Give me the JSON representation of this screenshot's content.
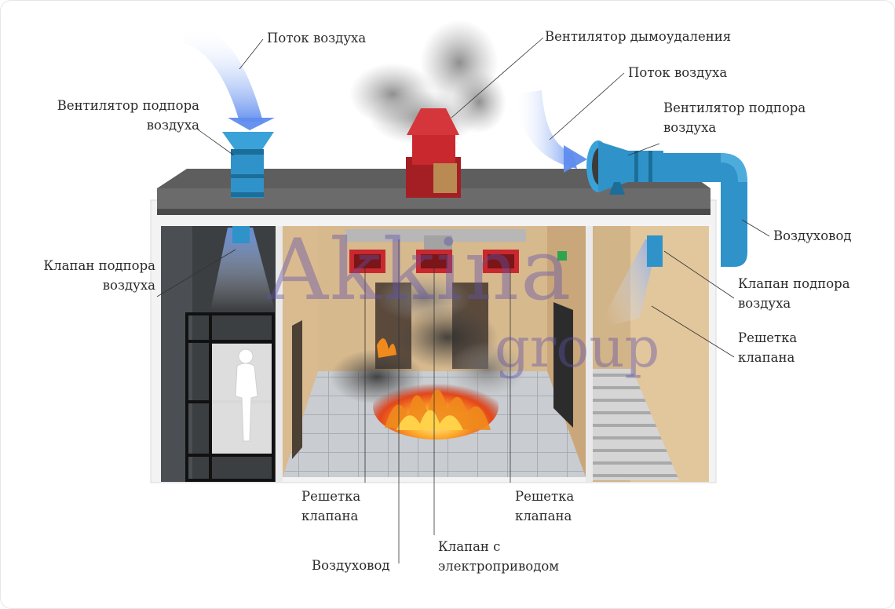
{
  "watermark": {
    "brand": "Akkina",
    "sub": "group"
  },
  "labels": {
    "airflow_left": "Поток воздуха",
    "smoke_fan": "Вентилятор дымоудаления",
    "airflow_right": "Поток воздуха",
    "support_fan_left": [
      "Вентилятор подпора",
      "воздуха"
    ],
    "support_fan_right": [
      "Вентилятор подпора",
      "воздуха"
    ],
    "duct_right": "Воздуховод",
    "valve_left": [
      "Клапан подпора",
      "воздуха"
    ],
    "valve_right": [
      "Клапан подпора",
      "воздуха"
    ],
    "grille_right": [
      "Решетка",
      "клапана"
    ],
    "grille_bottom_left": [
      "Решетка",
      "клапана"
    ],
    "grille_bottom_right": [
      "Решетка",
      "клапана"
    ],
    "electric_valve": [
      "Клапан с",
      "электроприводом"
    ],
    "duct_bottom": "Воздуховод"
  },
  "colors": {
    "ventilation_blue": "#2f93c9",
    "smoke_fan_red": "#c8282e",
    "fire": "#f08a1c",
    "roof": "#5c5c5c",
    "wall": "#e3c79f"
  }
}
